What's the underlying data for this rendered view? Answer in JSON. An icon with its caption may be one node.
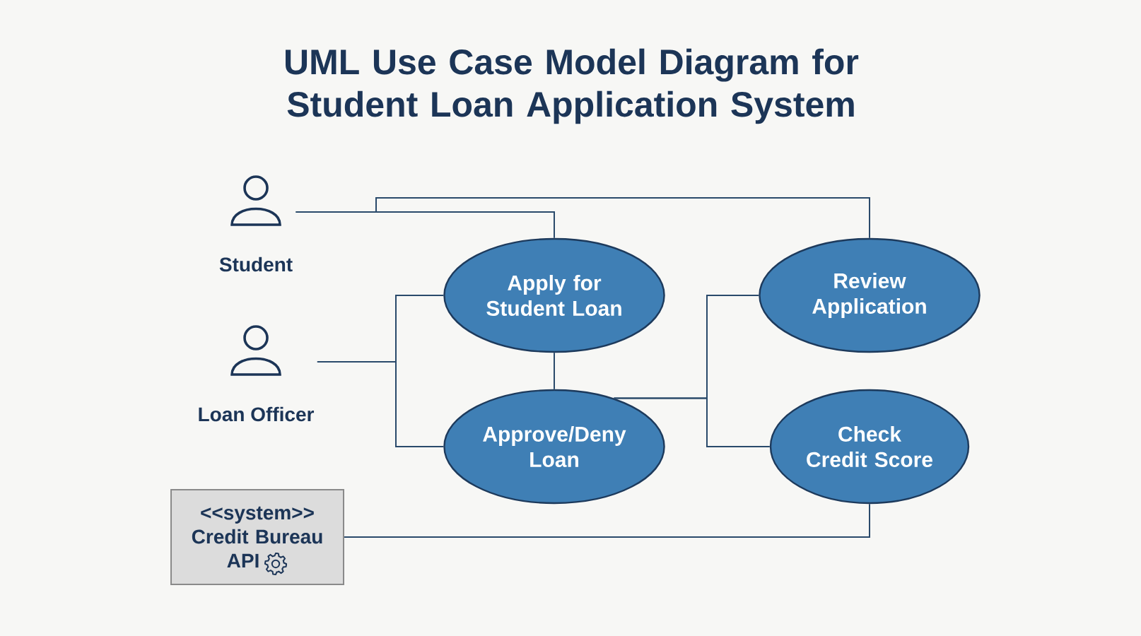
{
  "diagram": {
    "title": "UML Use Case Model Diagram for Student Loan Application System",
    "nodes": [
      {
        "text": [
          "Student"
        ]
      },
      {
        "text": [
          "Loan Officer"
        ]
      },
      {
        "text": [
          "Apply for Student Loan"
        ]
      },
      {
        "text": [
          "Review Application"
        ]
      },
      {
        "text": [
          "Approve/Deny Loan"
        ]
      },
      {
        "text": [
          "Check Credit Score"
        ]
      },
      {
        "text": [
          "<<system>>",
          "Credit Bureau API"
        ]
      }
    ],
    "edges": [
      {
        "from": 0,
        "to": 2,
        "arrow": "none"
      },
      {
        "from": 0,
        "to": 3,
        "arrow": "none"
      },
      {
        "from": 1,
        "to": 2,
        "arrow": "none"
      },
      {
        "from": 1,
        "to": 4,
        "arrow": "none"
      },
      {
        "from": 2,
        "to": 4,
        "arrow": "none"
      },
      {
        "from": 4,
        "to": 3,
        "arrow": "none"
      },
      {
        "from": 4,
        "to": 5,
        "arrow": "none"
      },
      {
        "from": 6,
        "to": 5,
        "arrow": "none"
      }
    ]
  }
}
